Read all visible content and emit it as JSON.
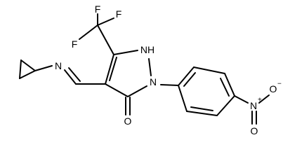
{
  "molecule": {
    "atoms": [
      {
        "id": "F1",
        "label": "F"
      },
      {
        "id": "F2",
        "label": "F"
      },
      {
        "id": "F3",
        "label": "F"
      },
      {
        "id": "NH",
        "label": "NH"
      },
      {
        "id": "N1",
        "label": "N"
      },
      {
        "id": "Nimine",
        "label": "N"
      },
      {
        "id": "Ocarbonyl",
        "label": "O"
      },
      {
        "id": "Nnitro",
        "label": "N",
        "charge": "+"
      },
      {
        "id": "Onitro1",
        "label": "O",
        "charge": "−"
      },
      {
        "id": "Onitro2",
        "label": "O"
      }
    ]
  }
}
